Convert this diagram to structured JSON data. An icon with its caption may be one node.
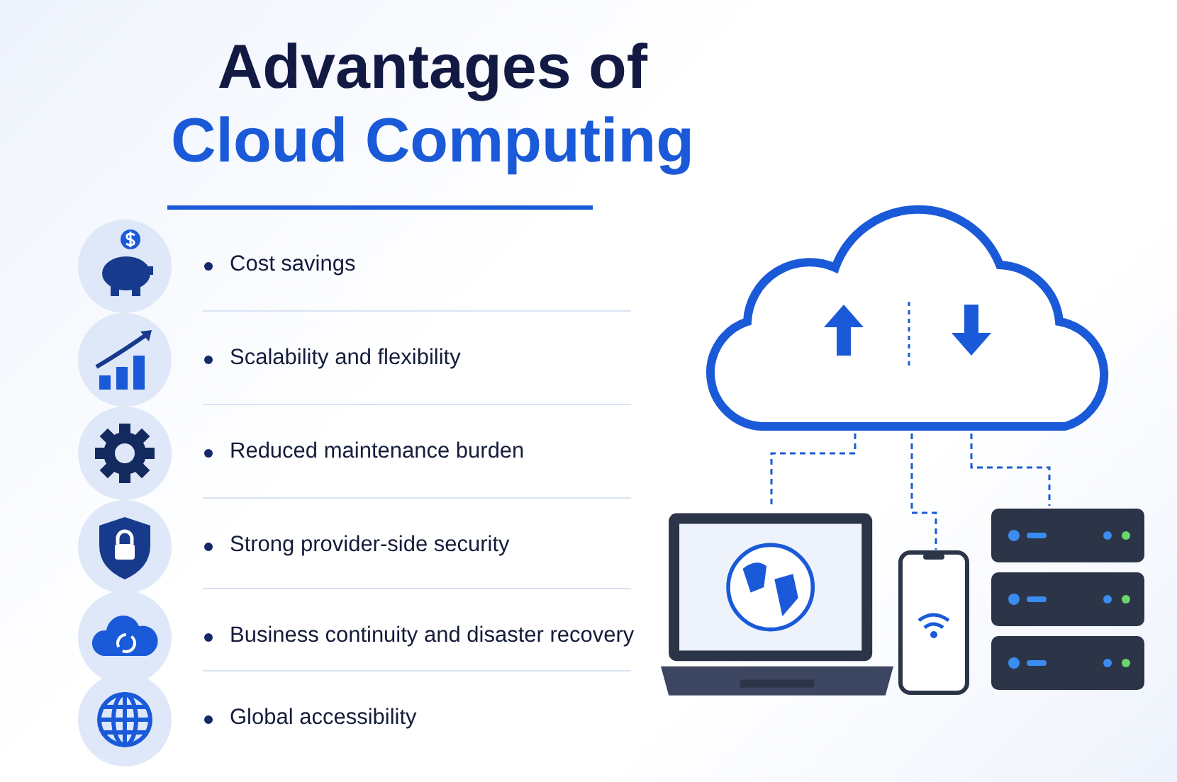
{
  "diagram": {
    "title": "Advantages of Cloud Computing",
    "nodes": [
      {
        "text": [],
        "shape": "cloud"
      },
      {
        "text": [],
        "shape": "picture"
      },
      {
        "text": [],
        "shape": "picture"
      },
      {
        "text": [],
        "shape": "picture"
      }
    ],
    "edges": [
      {
        "from": 0,
        "to": 1,
        "arrow": "none",
        "style": "dashed"
      },
      {
        "from": 0,
        "to": 2,
        "arrow": "none",
        "style": "dashed"
      },
      {
        "from": 0,
        "to": 3,
        "arrow": "none",
        "style": "dashed"
      }
    ],
    "labels": [
      "Cost savings",
      "Scalability and flexibility",
      "Reduced maintenance burden",
      "Strong provider-side security",
      "Business continuity and disaster recovery",
      "Global accessibility"
    ]
  }
}
